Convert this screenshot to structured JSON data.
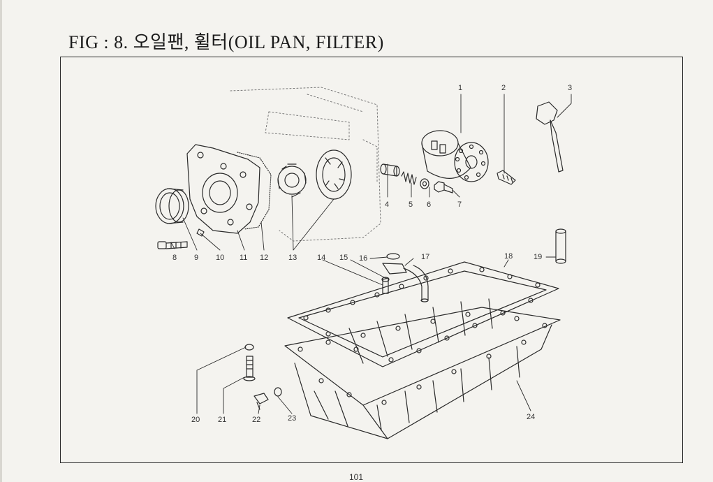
{
  "document": {
    "title": "FIG : 8. 오일팬, 휠터(OIL PAN, FILTER)",
    "page_number": "101"
  },
  "callouts": [
    {
      "label": "1"
    },
    {
      "label": "2"
    },
    {
      "label": "3"
    },
    {
      "label": "4"
    },
    {
      "label": "5"
    },
    {
      "label": "6"
    },
    {
      "label": "7"
    },
    {
      "label": "8"
    },
    {
      "label": "9"
    },
    {
      "label": "10"
    },
    {
      "label": "11"
    },
    {
      "label": "12"
    },
    {
      "label": "13"
    },
    {
      "label": "14"
    },
    {
      "label": "15"
    },
    {
      "label": "16"
    },
    {
      "label": "17"
    },
    {
      "label": "18"
    },
    {
      "label": "19"
    },
    {
      "label": "20"
    },
    {
      "label": "21"
    },
    {
      "label": "22"
    },
    {
      "label": "23"
    },
    {
      "label": "24"
    }
  ]
}
